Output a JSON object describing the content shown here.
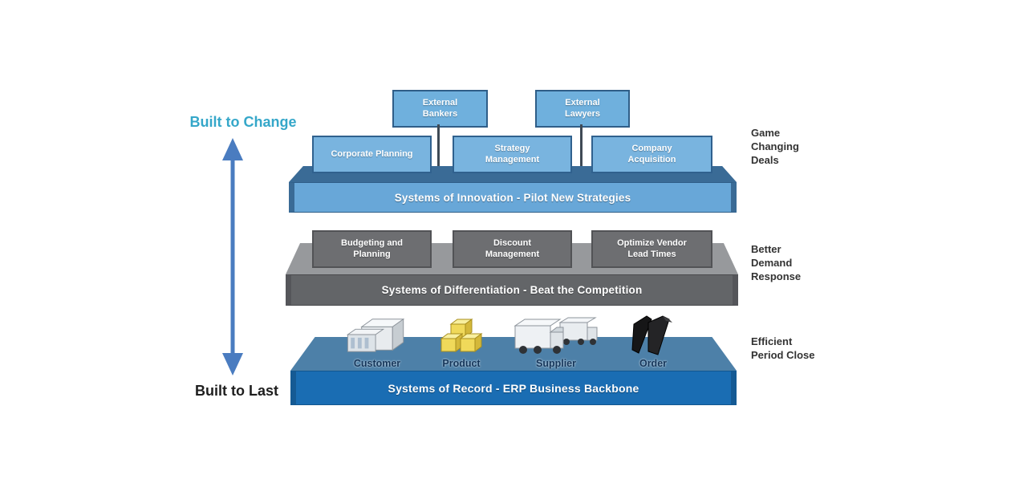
{
  "axis": {
    "top_label": "Built to Change",
    "bottom_label": "Built to Last"
  },
  "innovation": {
    "external": [
      "External Bankers",
      "External Lawyers"
    ],
    "boxes": [
      "Corporate Planning",
      "Strategy Management",
      "Company Acquisition"
    ],
    "bar": "Systems of Innovation - Pilot New Strategies",
    "benefit": "Game Changing Deals"
  },
  "differentiation": {
    "boxes": [
      "Budgeting and Planning",
      "Discount Management",
      "Optimize Vendor Lead Times"
    ],
    "bar": "Systems of Differentiation - Beat the Competition",
    "benefit": "Better Demand Response"
  },
  "record": {
    "items": [
      {
        "label": "Customer",
        "icon": "customer-icon"
      },
      {
        "label": "Product",
        "icon": "product-icon"
      },
      {
        "label": "Supplier",
        "icon": "supplier-icon"
      },
      {
        "label": "Order",
        "icon": "order-icon"
      }
    ],
    "bar": "Systems of Record - ERP Business Backbone",
    "benefit": "Efficient Period Close"
  },
  "colors": {
    "accent_teal": "#35a7c9",
    "arrow_blue": "#4a7cc0",
    "innovation_box": "#79b4df",
    "innovation_platform": "#3a6b96",
    "innovation_bar": "#68a7d8",
    "differentiation_box": "#6d6e71",
    "differentiation_platform": "#97999c",
    "differentiation_bar": "#636568",
    "record_platform": "#4d80a8",
    "record_bar": "#1a6db3"
  }
}
